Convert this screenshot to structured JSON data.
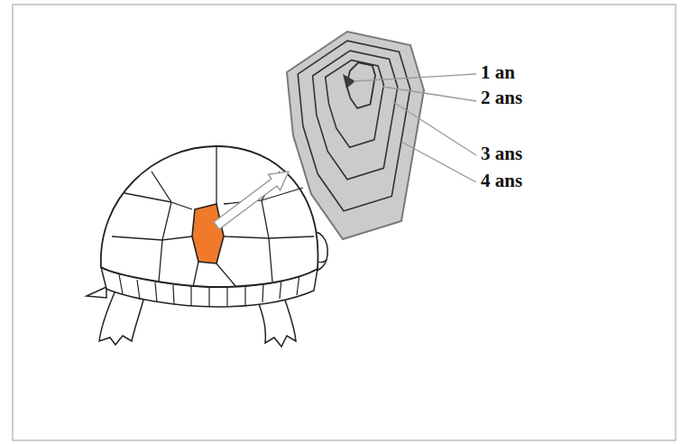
{
  "diagram": {
    "labels": [
      "1 an",
      "2 ans",
      "3 ans",
      "4 ans"
    ]
  }
}
